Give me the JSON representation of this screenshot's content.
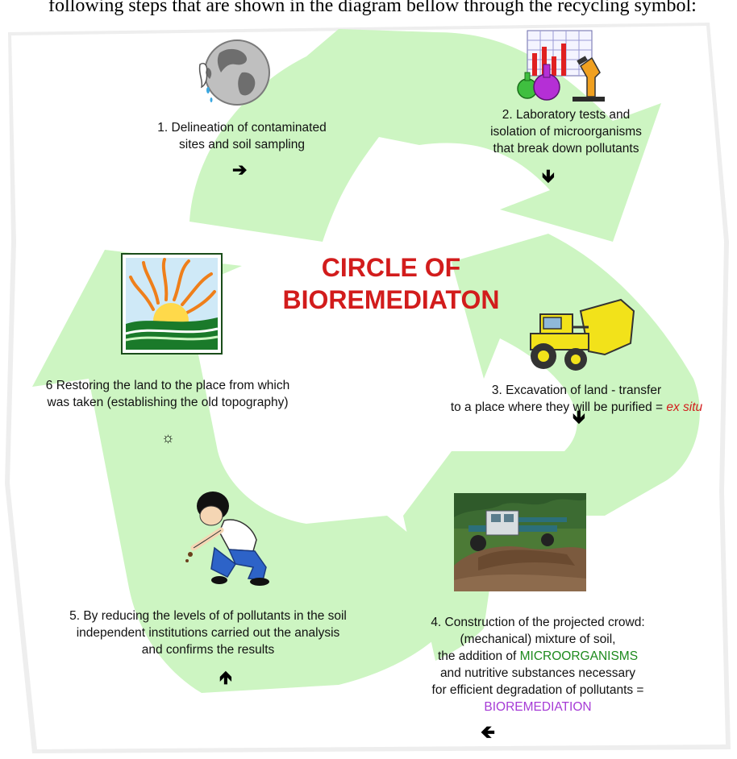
{
  "top_caption": "following steps that are shown in the diagram bellow through the recycling symbol:",
  "title": {
    "line1": "CIRCLE OF",
    "line2": "BIOREMEDIATON"
  },
  "steps": [
    {
      "lines": [
        "1. Delineation of contaminated",
        "sites and soil sampling"
      ],
      "arrow": "➔",
      "icon": "globe-icon"
    },
    {
      "lines": [
        "2. Laboratory tests and",
        "isolation of microorganisms",
        "that break down pollutants"
      ],
      "arrow": "🡻",
      "icon": "laboratory-icon"
    },
    {
      "line1": "3. Excavation of land - transfer",
      "line2_prefix": "to a place where they will be purified = ",
      "line2_highlight": "ex situ",
      "arrow": "🡻",
      "icon": "bulldozer-icon"
    },
    {
      "line1": "4. Construction of the projected crowd:",
      "line2": "(mechanical) mixture of soil,",
      "line3_prefix": "the addition of ",
      "line3_highlight": "MICROORGANISMS",
      "line4": "and nutritive substances necessary",
      "line5": "for efficient degradation of pollutants =",
      "line6_highlight": "BIOREMEDIATION",
      "arrow": "🡸",
      "icon": "soil-machine-photo"
    },
    {
      "lines": [
        "5. By reducing the levels of of pollutants in the soil",
        "independent institutions carried out the analysis",
        "and confirms the results"
      ],
      "arrow": "🡹",
      "icon": "person-sampling-soil-icon"
    },
    {
      "lines": [
        "6  Restoring the land to the place from which",
        "was taken (establishing the old topography)"
      ],
      "arrow": "☼",
      "icon": "sunrise-landscape-icon"
    }
  ],
  "colors": {
    "recycle_green": "#cdf5c2",
    "title_red": "#d21c1c",
    "ex_situ_red": "#d21c1c",
    "microorganisms_green": "#1d8a1d",
    "bioremediation_purple": "#a63bd6"
  }
}
